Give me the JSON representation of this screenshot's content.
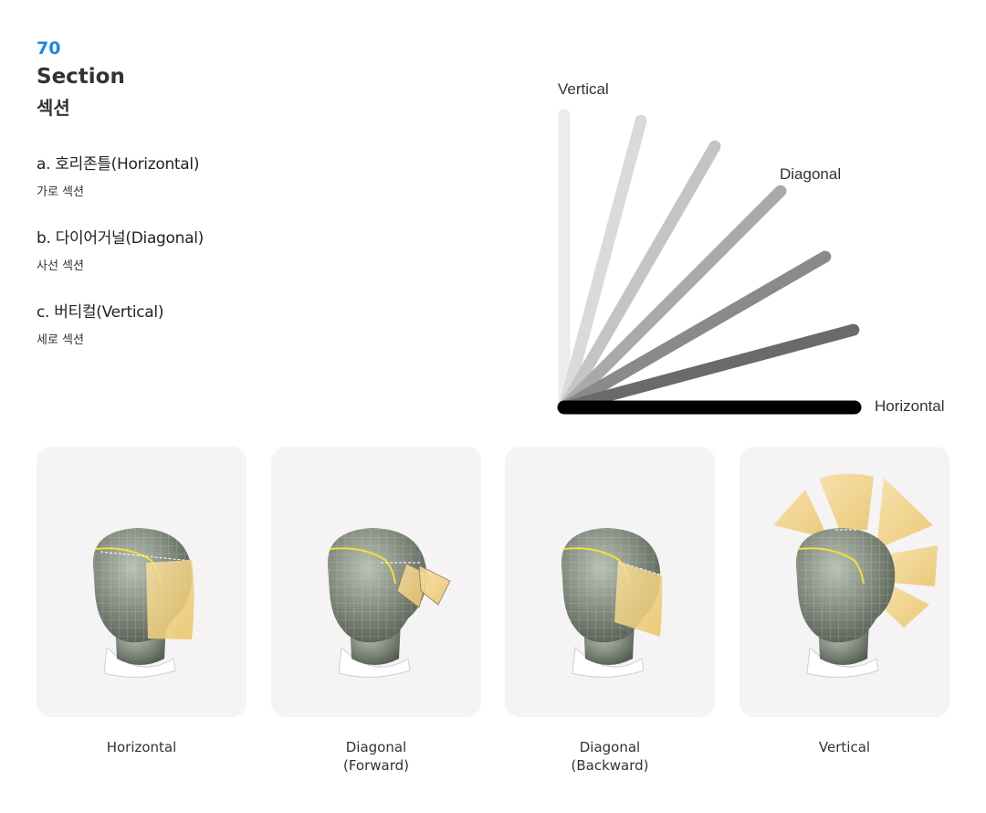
{
  "header": {
    "page_number": "70",
    "title_en": "Section",
    "title_ko": "섹션"
  },
  "definitions": [
    {
      "term": "a. 호리존틀(Horizontal)",
      "desc": "가로 섹션"
    },
    {
      "term": "b. 다이어거널(Diagonal)",
      "desc": "사선 섹션"
    },
    {
      "term": "c. 버티컬(Vertical)",
      "desc": "세로 섹션"
    }
  ],
  "angle_diagram": {
    "labels": {
      "vertical": "Vertical",
      "diagonal": "Diagonal",
      "horizontal": "Horizontal"
    },
    "angles_deg": [
      90,
      75,
      60,
      45,
      30,
      15,
      0
    ],
    "line_colors": [
      "#ececec",
      "#dadada",
      "#c4c4c4",
      "#a9a9a9",
      "#8a8a8a",
      "#6a6a6a",
      "#000000"
    ]
  },
  "cards": [
    {
      "caption_line1": "Horizontal",
      "caption_line2": ""
    },
    {
      "caption_line1": "Diagonal",
      "caption_line2": "(Forward)"
    },
    {
      "caption_line1": "Diagonal",
      "caption_line2": "(Backward)"
    },
    {
      "caption_line1": "Vertical",
      "caption_line2": ""
    }
  ],
  "colors": {
    "accent": "#1e88e5",
    "panel": "#f2d48a",
    "card_bg": "#f5f3f3"
  }
}
